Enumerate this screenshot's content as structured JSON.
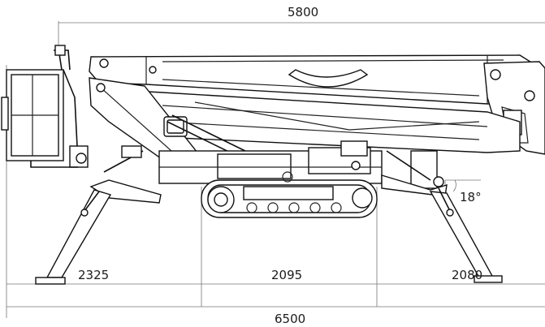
{
  "dimensions": {
    "overall_length": "5800",
    "overall_span": "6500",
    "left_outrigger": "2325",
    "track_base": "2095",
    "right_outrigger": "2080",
    "outrigger_angle": "18°"
  }
}
